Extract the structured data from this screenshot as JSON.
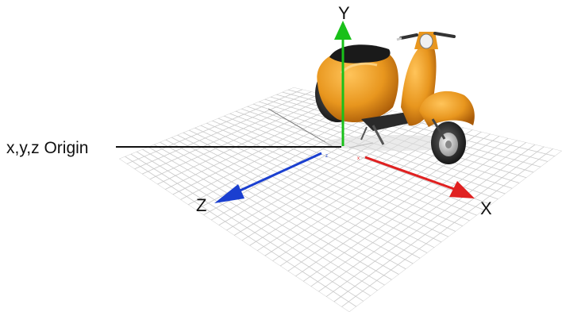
{
  "diagram": {
    "origin_label": "x,y,z Origin",
    "axes": {
      "x": {
        "label": "X",
        "color": "#e02020"
      },
      "y": {
        "label": "Y",
        "color": "#19c019"
      },
      "z": {
        "label": "Z",
        "color": "#1a3fd0"
      }
    },
    "grid": {
      "color": "#c9c9c9"
    },
    "object": {
      "name": "scooter",
      "body_color": "#e8961e"
    }
  }
}
